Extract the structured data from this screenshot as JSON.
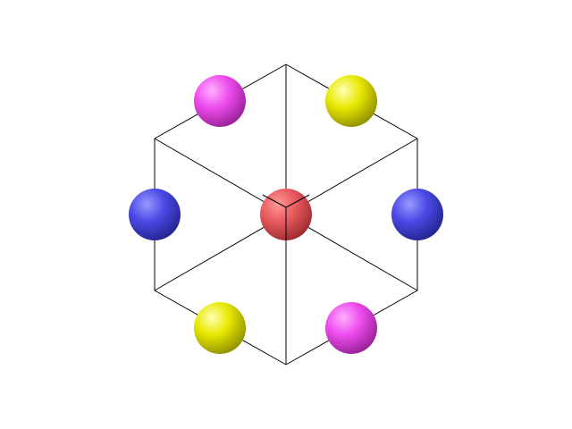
{
  "diagram": {
    "kind": "cube-along-body-diagonal",
    "edges_color": "#000000",
    "colors": {
      "center": "#e0474c",
      "blue": "#3a3ae0",
      "magenta": "#e63ce6",
      "yellow": "#e0e000"
    },
    "spheres": [
      {
        "name": "center-sphere",
        "color": "center"
      },
      {
        "name": "magenta-sphere-top-left",
        "color": "magenta"
      },
      {
        "name": "yellow-sphere-top-right",
        "color": "yellow"
      },
      {
        "name": "blue-sphere-left",
        "color": "blue"
      },
      {
        "name": "blue-sphere-right",
        "color": "blue"
      },
      {
        "name": "yellow-sphere-bottom-left",
        "color": "yellow"
      },
      {
        "name": "magenta-sphere-bottom-right",
        "color": "magenta"
      }
    ]
  }
}
